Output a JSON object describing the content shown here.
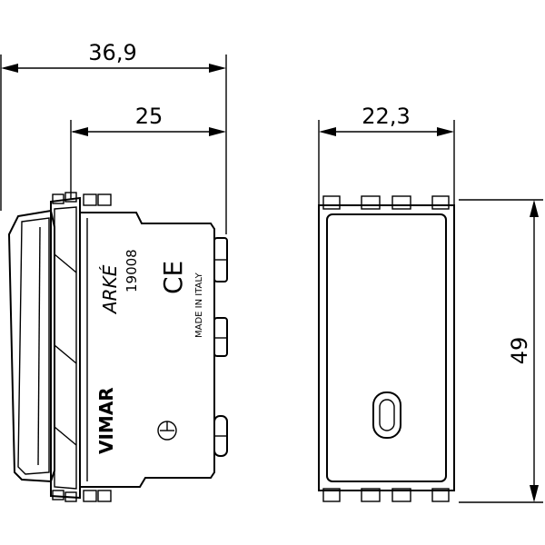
{
  "dimensions": {
    "overall_depth": "36,9",
    "body_depth": "25",
    "width": "22,3",
    "height": "49"
  },
  "markings": {
    "brand_series": "ARKÉ",
    "code": "19008",
    "manufacturer": "VIMAR",
    "origin": "MADE IN ITALY",
    "certification": "CE"
  },
  "colors": {
    "line": "#000000",
    "background": "#ffffff"
  }
}
